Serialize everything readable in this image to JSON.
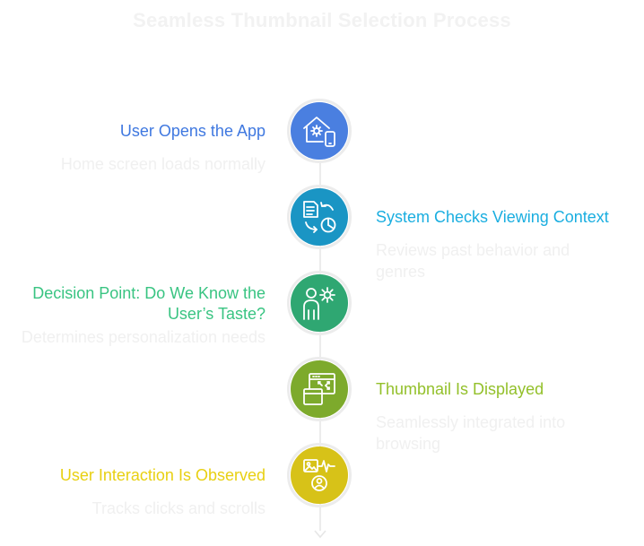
{
  "title": "Seamless Thumbnail Selection Process",
  "steps": [
    {
      "label": "User Opens the App",
      "desc": "Home screen loads normally",
      "color": "#4a7fe0",
      "icon": "home-settings-phone-icon"
    },
    {
      "label": "System Checks Viewing Context",
      "desc": "Reviews past behavior and genres",
      "color": "#1a95c4",
      "icon": "document-cycle-pie-icon"
    },
    {
      "label": "Decision Point: Do We Know the User’s Taste?",
      "desc": "Determines personalization needs",
      "color": "#2fa772",
      "icon": "user-gear-icon"
    },
    {
      "label": "Thumbnail Is Displayed",
      "desc": "Seamlessly integrated into browsing",
      "color": "#7daa2c",
      "icon": "window-expand-icon"
    },
    {
      "label": "User Interaction Is Observed",
      "desc": "Tracks clicks and scrolls",
      "color": "#d7c218",
      "icon": "image-pulse-user-icon"
    }
  ],
  "label_colors": [
    "#3f78e0",
    "#1aaee0",
    "#39c482",
    "#93c02a",
    "#e8d012"
  ]
}
